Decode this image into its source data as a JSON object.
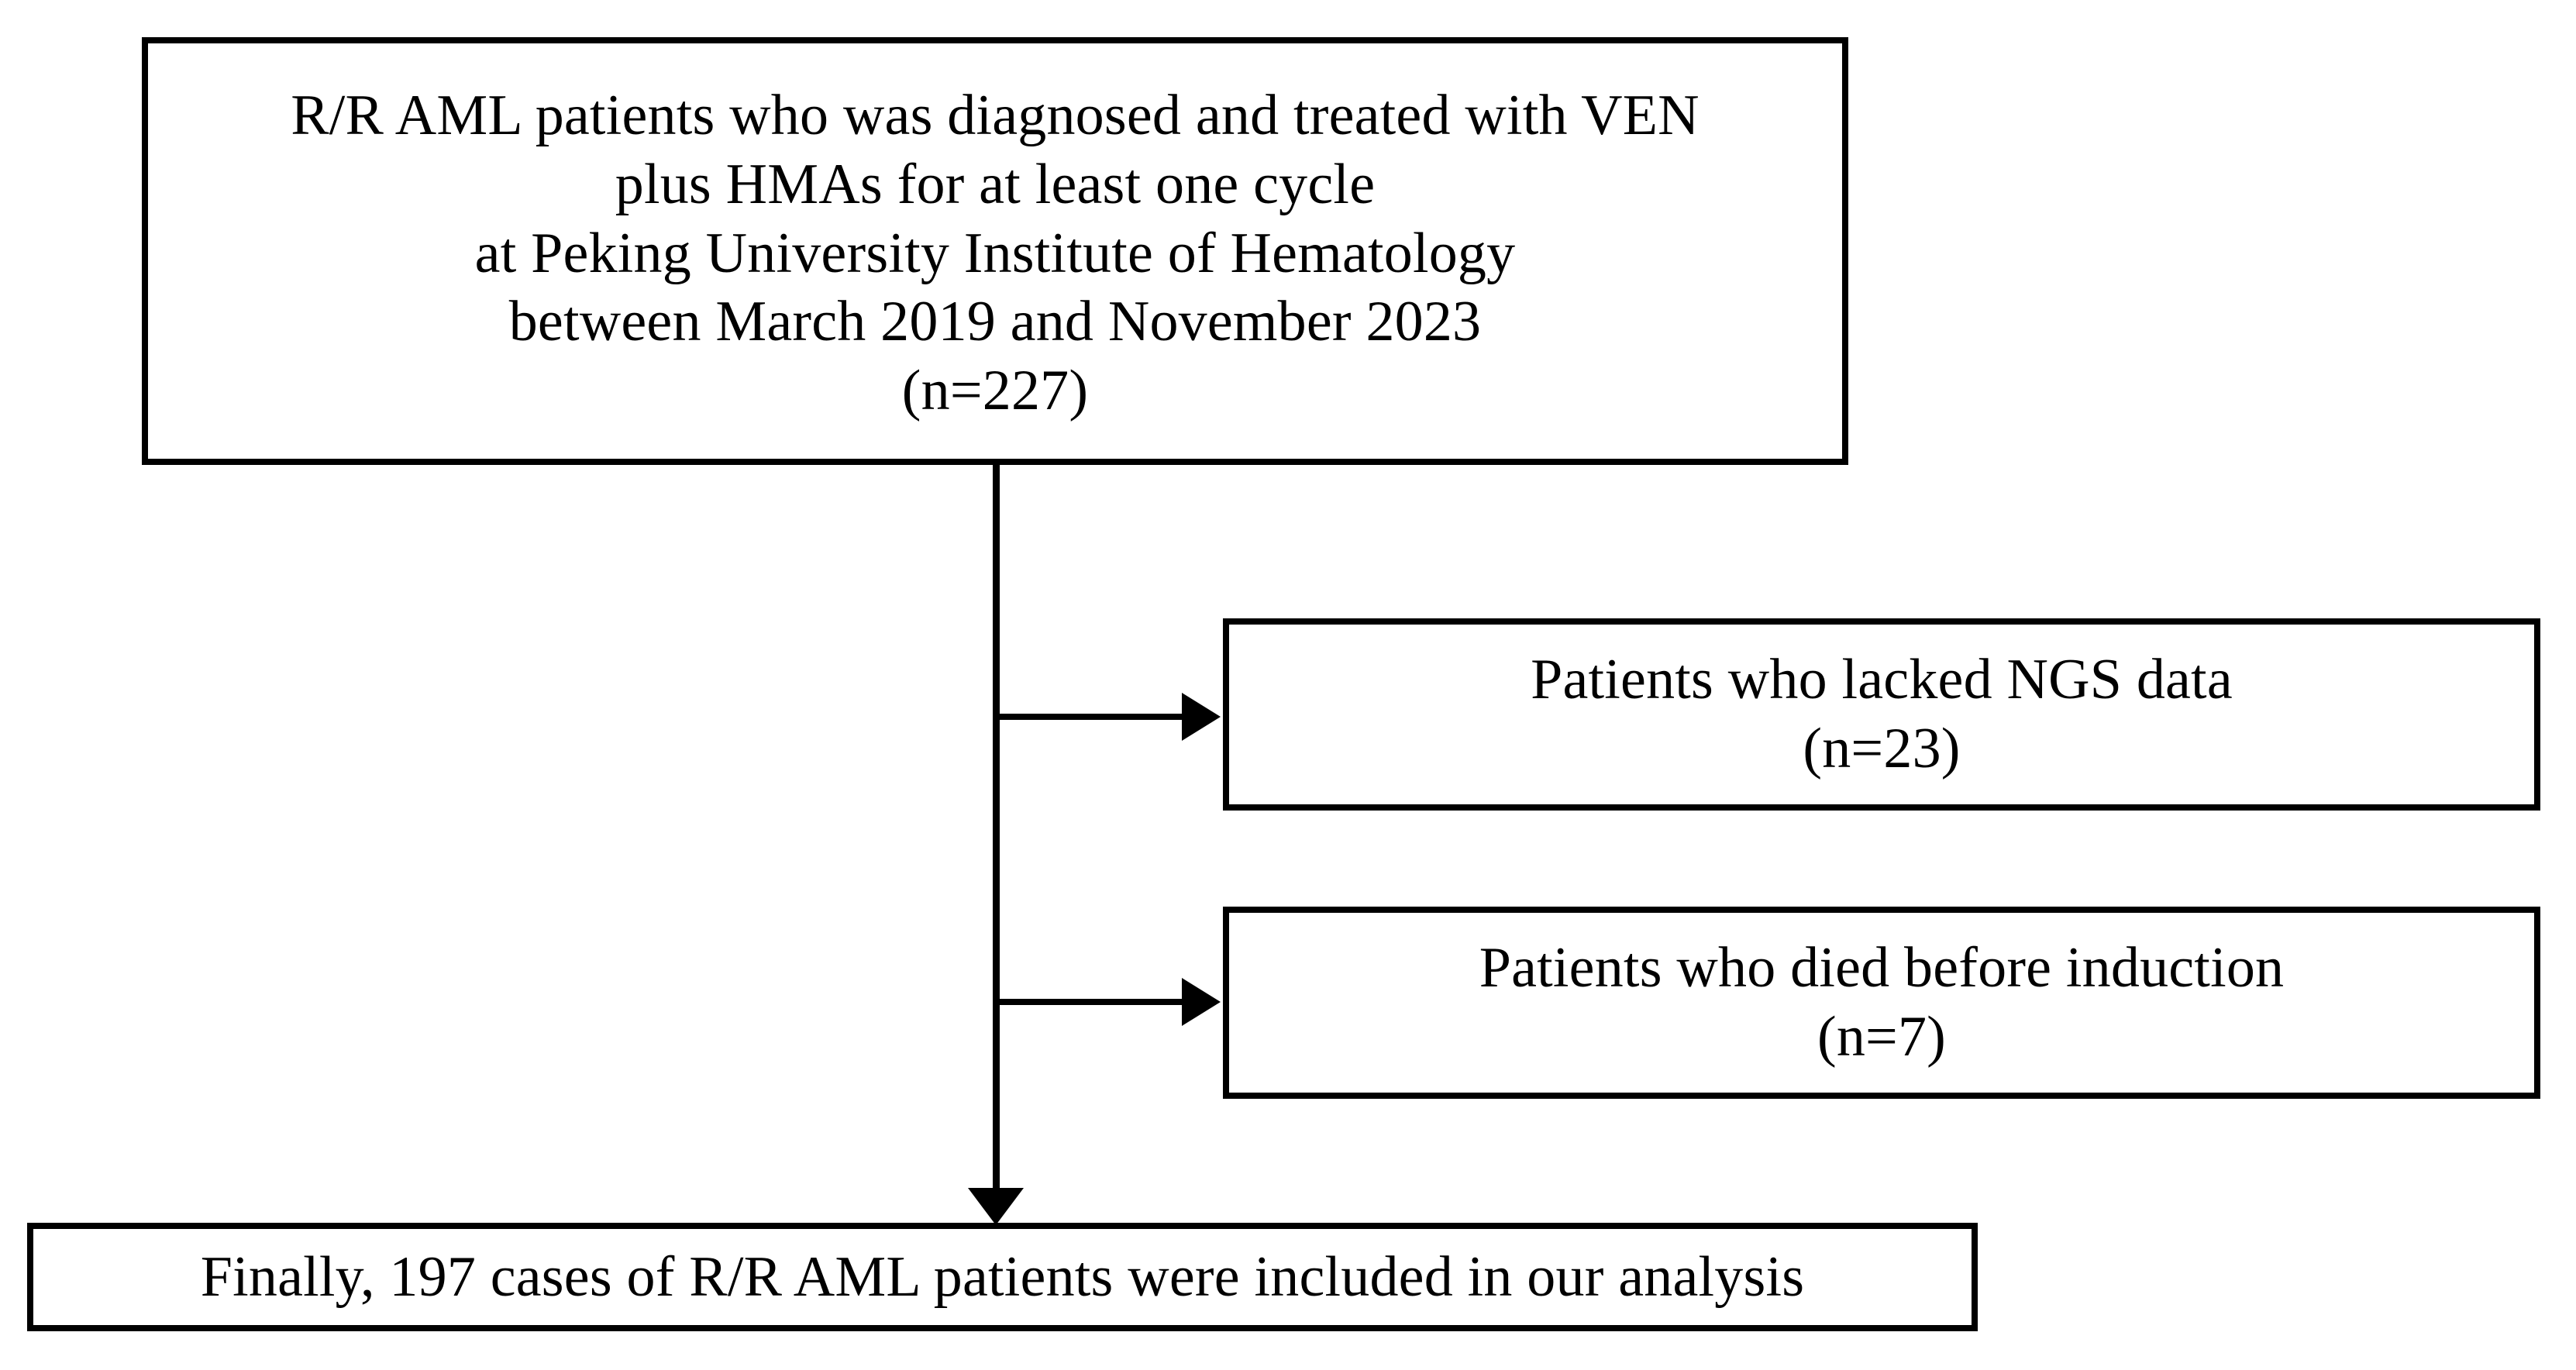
{
  "diagram": {
    "type": "study-flow-diagram",
    "title": "Patient selection flow chart",
    "background_color": "#ffffff",
    "line_color": "#000000",
    "text_color": "#000000"
  },
  "boxes": {
    "enrollment": {
      "name": "enrollment-box",
      "lines": [
        "R/R AML patients who was diagnosed and treated with VEN",
        "plus HMAs for at least one cycle",
        "at Peking University Institute of Hematology",
        "between March 2019 and November 2023",
        "(n=227)"
      ],
      "count_label": "(n=227)",
      "count": 227
    },
    "excluded_ngs": {
      "name": "excluded-no-ngs-box",
      "lines": [
        "Patients who lacked NGS data",
        "(n=23)"
      ],
      "count_label": "(n=23)",
      "count": 23
    },
    "excluded_died": {
      "name": "excluded-died-before-induction-box",
      "lines": [
        "Patients who died before induction",
        "(n=7)"
      ],
      "count_label": "(n=7)",
      "count": 7
    },
    "final": {
      "name": "final-cohort-box",
      "lines": [
        "Finally, 197 cases of R/R AML patients were included in our analysis"
      ],
      "count": 197
    }
  },
  "connectors": {
    "trunk": {
      "name": "main-vertical-connector",
      "from": "enrollment",
      "to": "final",
      "arrow": "down"
    },
    "branch_ngs": {
      "name": "branch-arrow-to-excluded-no-ngs",
      "from": "enrollment",
      "to": "excluded_ngs",
      "arrow": "right"
    },
    "branch_died": {
      "name": "branch-arrow-to-excluded-died",
      "from": "enrollment",
      "to": "excluded_died",
      "arrow": "right"
    }
  }
}
